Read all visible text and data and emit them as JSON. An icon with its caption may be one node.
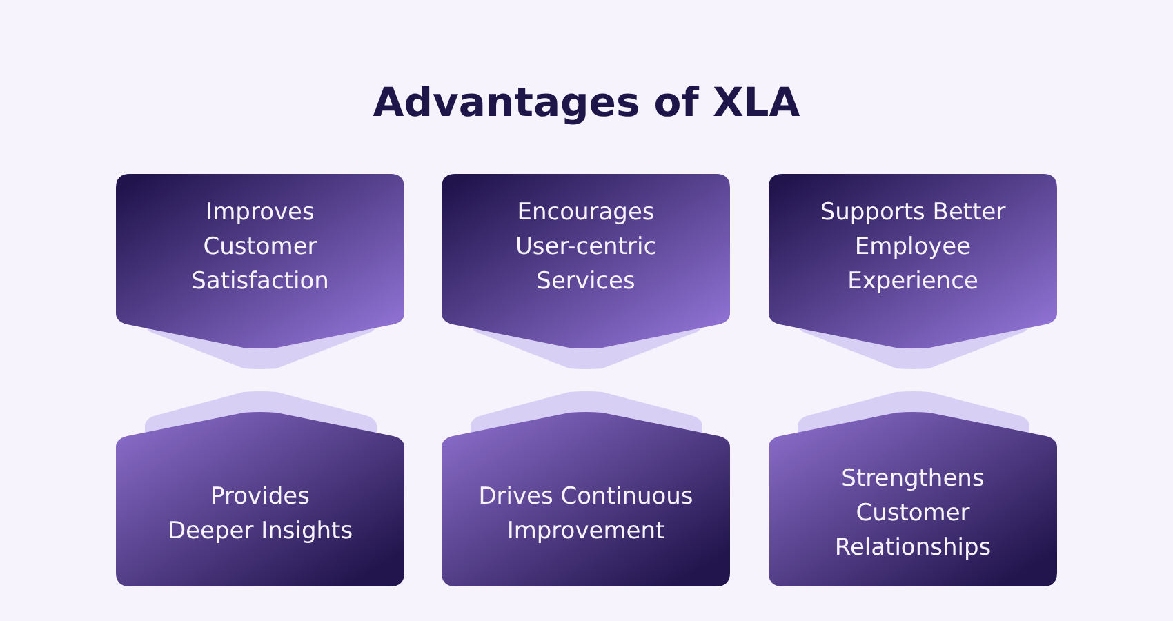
{
  "diagram": {
    "title": "Advantages of XLA",
    "nodes": [
      {
        "text": [
          "Improves Customer Satisfaction"
        ]
      },
      {
        "text": [
          "Encourages User-centric Services"
        ]
      },
      {
        "text": [
          "Supports Better Employee Experience"
        ]
      },
      {
        "text": [
          "Provides Deeper Insights"
        ]
      },
      {
        "text": [
          "Drives Continuous Improvement"
        ]
      },
      {
        "text": [
          "Strengthens Customer Relationships"
        ]
      }
    ]
  }
}
